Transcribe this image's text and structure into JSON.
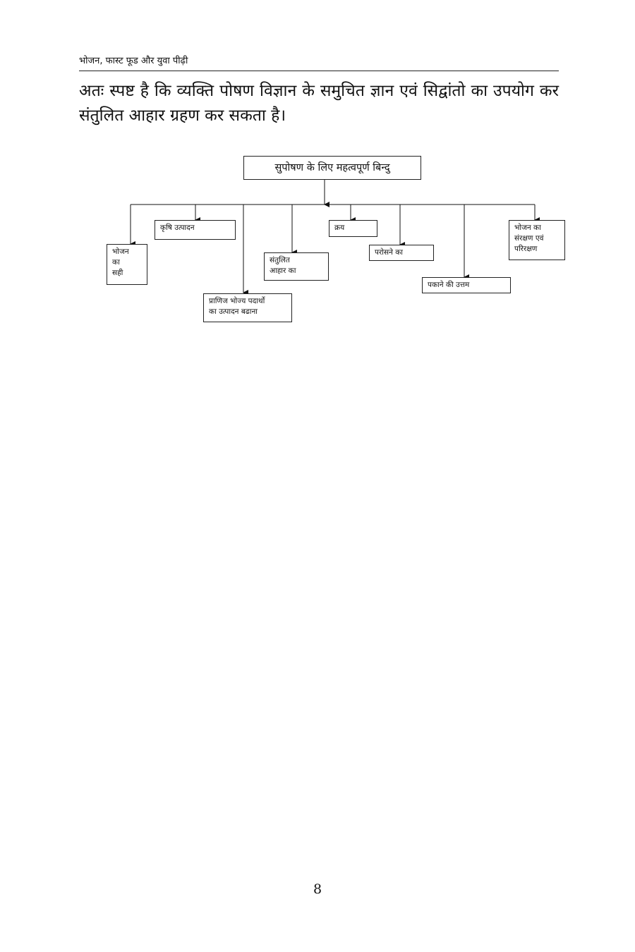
{
  "header": {
    "running_title": "भोजन, फास्ट फूड और युवा पीढ़ी"
  },
  "body": {
    "paragraph": "अतः स्पष्ट है कि व्यक्ति पोषण विज्ञान के समुचित ज्ञान एवं सिद्वांतो का उपयोग कर संतुलित आहार ग्रहण कर सकता है।"
  },
  "diagram": {
    "root": "सुपोषण के लिए महत्वपूर्ण बिन्दु",
    "nodes": [
      {
        "lines": [
          "भोजन",
          "का",
          "सही"
        ]
      },
      {
        "lines": [
          "कृषि उत्पादन"
        ]
      },
      {
        "lines": [
          "प्राणिज भोज्य पदार्थो",
          "का  उत्पादन बढाना"
        ]
      },
      {
        "lines": [
          "संतुलित",
          "आहार का"
        ]
      },
      {
        "lines": [
          "क्रय"
        ]
      },
      {
        "lines": [
          "परोसने का"
        ]
      },
      {
        "lines": [
          "पकाने की उत्तम"
        ]
      },
      {
        "lines": [
          "भोजन का",
          "संरक्षण एवं",
          "परिरक्षण"
        ]
      }
    ]
  },
  "footer": {
    "page_number": "8"
  }
}
